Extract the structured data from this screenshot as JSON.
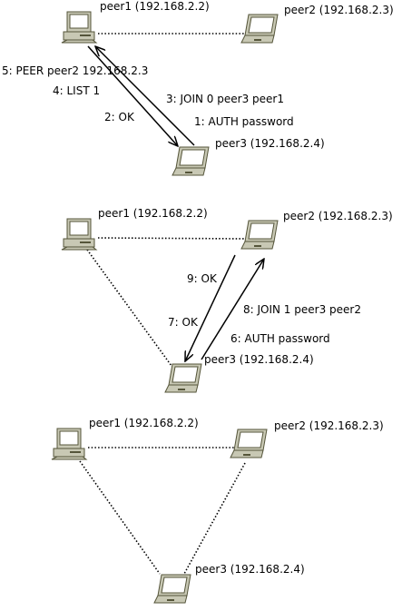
{
  "colors": {
    "device_body": "#c8c8b4",
    "device_dark": "#55553a",
    "screen": "#ffffff",
    "line": "#000000"
  },
  "icons": {
    "desktop": "desktop-computer-icon",
    "laptop": "laptop-icon"
  },
  "scene1": {
    "peer1_label": "peer1 (192.168.2.2)",
    "peer2_label": "peer2 (192.168.2.3)",
    "peer3_label": "peer3 (192.168.2.4)",
    "msg_auth": "1: AUTH password",
    "msg_ok": "2: OK",
    "msg_join": "3: JOIN 0 peer3 peer1",
    "msg_list": "4: LIST 1",
    "msg_peer": "5: PEER peer2 192.168.2.3"
  },
  "scene2": {
    "peer1_label": "peer1 (192.168.2.2)",
    "peer2_label": "peer2 (192.168.2.3)",
    "peer3_label": "peer3 (192.168.2.4)",
    "msg_auth": "6: AUTH password",
    "msg_ok1": "7: OK",
    "msg_join": "8: JOIN 1 peer3 peer2",
    "msg_ok2": "9: OK"
  },
  "scene3": {
    "peer1_label": "peer1 (192.168.2.2)",
    "peer2_label": "peer2 (192.168.2.3)",
    "peer3_label": "peer3 (192.168.2.4)"
  }
}
